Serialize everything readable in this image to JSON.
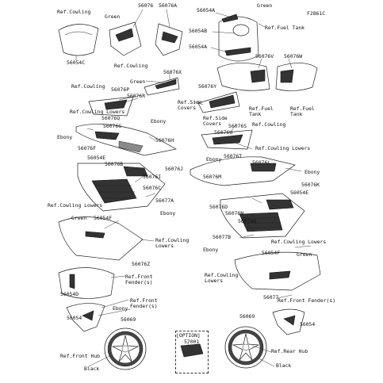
{
  "diagram": {
    "code": "F2861C",
    "labels": {
      "l56076_top": "56076",
      "l56076A_top": "56076A",
      "l56054A_top": "56054A",
      "green_t1": "Green",
      "green_t2": "Green",
      "ref_cowling_t1": "Ref.Cowling",
      "ref_cowling_t2": "Ref.Cowling",
      "l56054C": "56054C",
      "l56054B": "56054B",
      "ref_fuel_tank_top": "Ref.Fuel Tank",
      "l56054A_mid": "56054A",
      "l56076V": "56076V",
      "l56076W": "56076W",
      "green_side": "Green",
      "l56076X": "56076X",
      "l56076Y": "56076Y",
      "ref_side_covers_1": "Ref.Side\nCovers",
      "ref_side_covers_2": "Ref.Side\nCovers",
      "ref_fuel_tank_l": "Ref.Fuel\nTank",
      "ref_fuel_tank_r": "Ref.Fuel\nTank",
      "ref_cowling_l": "Ref.Cowling",
      "l56076P": "56076P",
      "l56076R": "56076R",
      "ref_cowling_lowers_l1": "Ref.Cowling Lowers",
      "l56076Q": "56076Q",
      "ebony_l1": "Ebony",
      "l56076G": "56076G",
      "ebony_l2": "Ebony",
      "l56076H": "56076H",
      "l56076F": "56076F",
      "l56054E_l": "56054E",
      "l56076B": "56076B",
      "l56076J": "56076J",
      "l56076I": "56076I",
      "l56076C": "56076C",
      "l56077A": "56077A",
      "ref_cowling_lowers_l2": "Ref.Cowling Lowers",
      "ebony_l3": "Ebony",
      "green_l3": "Green",
      "l56054F_l": "56054F",
      "ref_cowling_lowers_l3": "Ref.Cowling\nLowers",
      "l56076Z": "56076Z",
      "ref_front_fender_l": "Ref.Front\nFender(s)",
      "l56054D": "56054D",
      "ref_front_fender_l2": "Ref.Front\nFender(s)",
      "ebony_l4": "Ebony",
      "l56054_l": "56054",
      "l56069_l": "56069",
      "option": "[OPTION]",
      "l57001": "57001",
      "ref_front_hub": "Ref.Front Hub",
      "black_l": "Black",
      "l56076S": "56076S",
      "ref_cowling_r": "Ref.Cowling",
      "l56076U": "56076U",
      "ref_cowling_lowers_r1": "Ref.Cowling Lowers",
      "ebony_r1": "Ebony",
      "l56076T": "56076T",
      "l56076L": "56076L",
      "ebony_r2": "Ebony",
      "l56076M": "56076M",
      "l56076K": "56076K",
      "l56076D": "56076D",
      "l56054E_r": "56054E",
      "l56076N": "56076N",
      "l56076O": "56076O",
      "l56077B": "56077B",
      "ref_cowling_lowers_r2": "Ref.Cowling Lowers",
      "ebony_r3": "Ebony",
      "l56054F_r": "56054F",
      "green_r": "Green",
      "ref_cowling_lowers_r3": "Ref.Cowling\nLowers",
      "l56077": "56077",
      "ref_front_fender_r": "Ref.Front Fender(s)",
      "l56069_r": "56069",
      "l56054_r": "56054",
      "ref_rear_hub": "Ref.Rear Hub",
      "black_r": "Black"
    }
  }
}
